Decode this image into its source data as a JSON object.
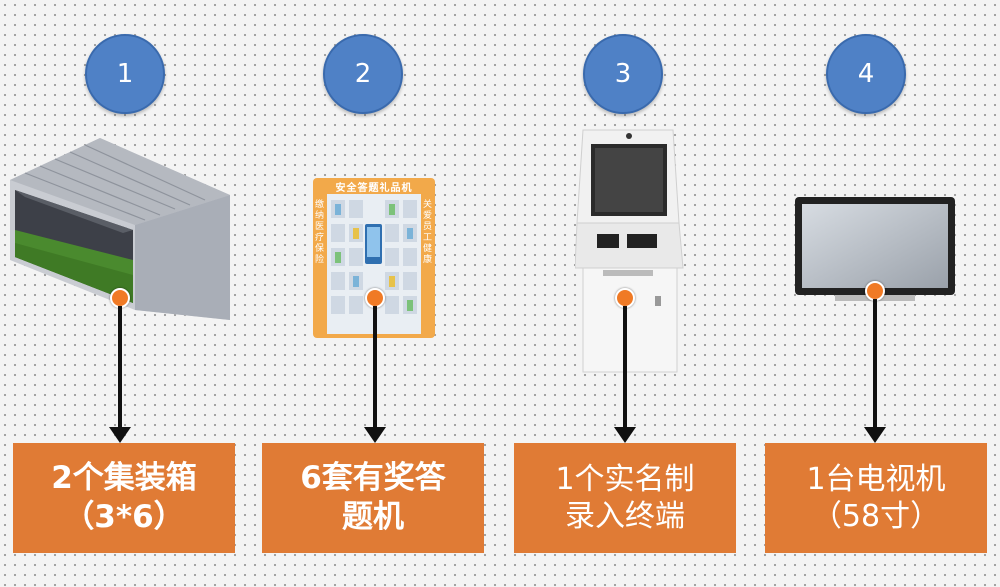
{
  "items": [
    {
      "number": "1",
      "line1": "2个集装箱",
      "line2": "（3*6）",
      "icon": "container-icon"
    },
    {
      "number": "2",
      "line1": "6套有奖答",
      "line2": "题机",
      "icon": "prize-quiz-machine-icon",
      "machine_header": "安全答题礼品机",
      "machine_side_left": "缴纳医疗保险",
      "machine_side_right": "关爱员工健康"
    },
    {
      "number": "3",
      "line1": "1个实名制",
      "line2": "录入终端",
      "icon": "registration-kiosk-icon"
    },
    {
      "number": "4",
      "line1": "1台电视机",
      "line2": "（58寸）",
      "icon": "television-icon"
    }
  ],
  "colors": {
    "circle": "#4f81c6",
    "box": "#e07b35",
    "dot": "#f07a25",
    "arrow": "#111111"
  }
}
